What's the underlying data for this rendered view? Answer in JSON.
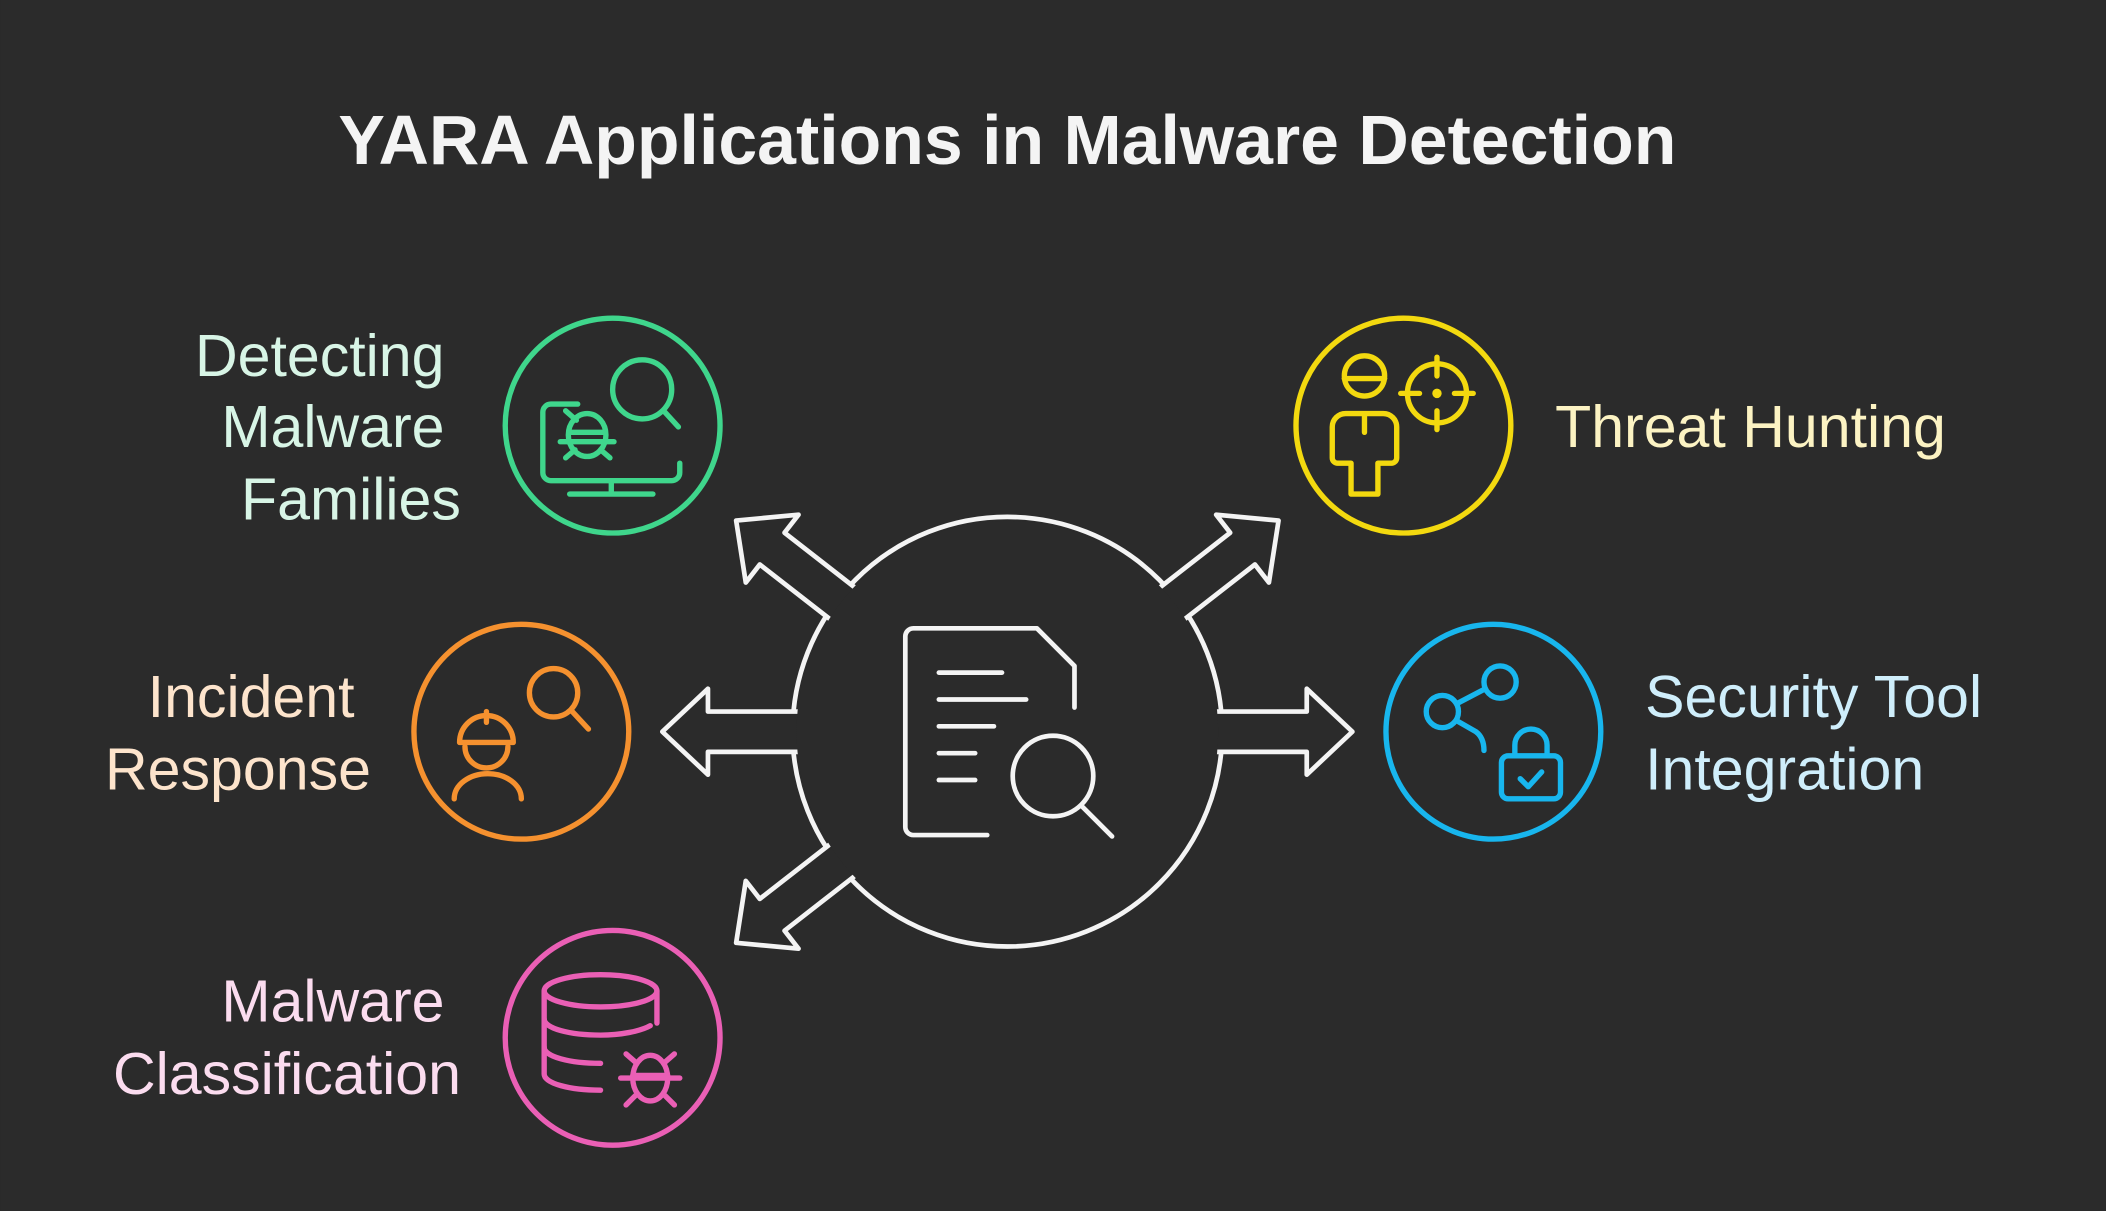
{
  "title": "YARA Applications in Malware Detection",
  "center": {
    "icon": "document-search-icon"
  },
  "items": [
    {
      "lines": [
        "Detecting",
        "Malware",
        "Families"
      ],
      "icon": "monitor-bug-search-icon",
      "color": "#3fd68c",
      "text_color": "#d8f5e6"
    },
    {
      "lines": [
        "Incident",
        "Response"
      ],
      "icon": "worker-search-icon",
      "color": "#f5912f",
      "text_color": "#fde4cc"
    },
    {
      "lines": [
        "Malware",
        "Classification"
      ],
      "icon": "database-bug-icon",
      "color": "#ea5fb5",
      "text_color": "#fbdcef"
    },
    {
      "lines": [
        "Threat Hunting"
      ],
      "icon": "person-target-icon",
      "color": "#f3d90f",
      "text_color": "#fcf3c3"
    },
    {
      "lines": [
        "Security Tool",
        "Integration"
      ],
      "icon": "share-lock-icon",
      "color": "#18b6ee",
      "text_color": "#cfeefb"
    }
  ],
  "colors": {
    "background": "#2b2b2b",
    "hub": "#f4f4f4"
  }
}
